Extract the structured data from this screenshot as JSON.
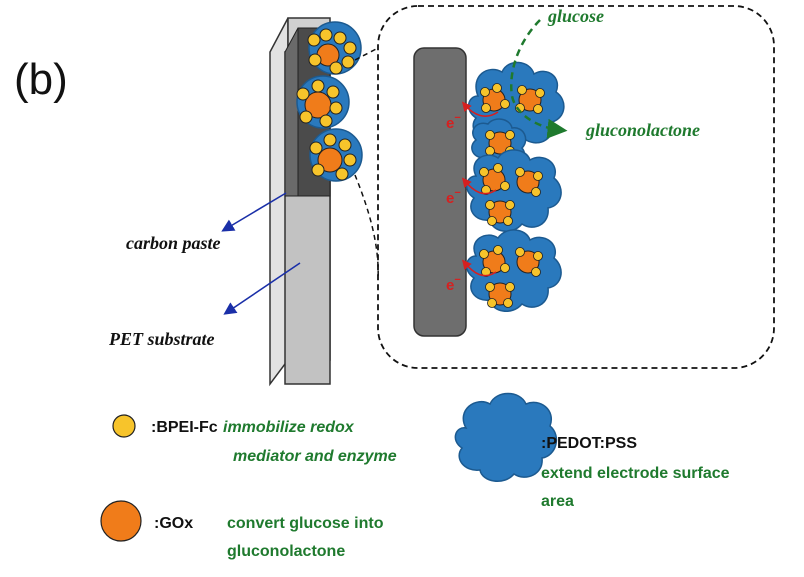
{
  "panel_label": "(b)",
  "labels": {
    "carbon_paste": "carbon paste",
    "pet_substrate": "PET substrate",
    "glucose": "glucose",
    "gluconolactone": "gluconolactone",
    "electron": "e",
    "electron_sup": "−"
  },
  "legend": {
    "bpei": {
      "symbol": ":BPEI-Fc",
      "line1": "immobilize redox",
      "line2": "mediator and enzyme"
    },
    "pedot": {
      "symbol": ":PEDOT:PSS",
      "line1": "extend electrode surface",
      "line2": "area"
    },
    "gox": {
      "symbol": ":GOx",
      "line1": "convert glucose into",
      "line2": "gluconolactone"
    }
  },
  "colors": {
    "blob": "#2a79bd",
    "gox": "#f07c1a",
    "bpei": "#f7c42b",
    "electrode": "#6e6e6e",
    "green": "#1f7a2e",
    "arrow_red": "#d62020",
    "arrow_blue": "#1a2fa8"
  }
}
